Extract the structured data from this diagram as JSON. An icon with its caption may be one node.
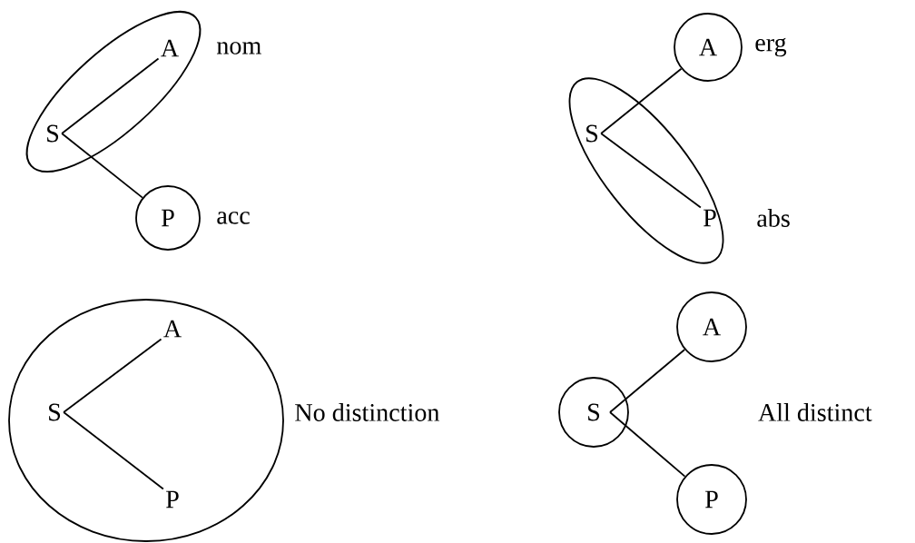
{
  "diagram": {
    "nodes": [
      {
        "text": [],
        "shape": "ellipse",
        "beside": [
          "nom"
        ]
      },
      {
        "text": [
          "A"
        ],
        "in": 0
      },
      {
        "text": [
          "S"
        ],
        "in": 0
      },
      {
        "text": [
          "P"
        ],
        "beside": [
          "acc"
        ]
      },
      {
        "text": [
          "A"
        ],
        "beside": [
          "erg"
        ]
      },
      {
        "text": [],
        "shape": "ellipse",
        "beside": [
          "abs"
        ]
      },
      {
        "text": [
          "S"
        ],
        "in": 5
      },
      {
        "text": [
          "P"
        ],
        "in": 5
      },
      {
        "text": [],
        "shape": "circle",
        "beside": [
          "No distinction"
        ]
      },
      {
        "text": [
          "A"
        ],
        "in": 8
      },
      {
        "text": [
          "S"
        ],
        "in": 8
      },
      {
        "text": [
          "P"
        ],
        "in": 8
      },
      {
        "text": [
          "A"
        ]
      },
      {
        "text": [
          "S"
        ]
      },
      {
        "text": [
          "P"
        ]
      }
    ],
    "edges": [
      {
        "from": 2,
        "to": 1,
        "arrow": "none"
      },
      {
        "from": 2,
        "to": 3,
        "arrow": "none"
      },
      {
        "from": 6,
        "to": 4,
        "arrow": "none"
      },
      {
        "from": 6,
        "to": 7,
        "arrow": "none"
      },
      {
        "from": 10,
        "to": 9,
        "arrow": "none"
      },
      {
        "from": 10,
        "to": 11,
        "arrow": "none"
      },
      {
        "from": 13,
        "to": 12,
        "arrow": "none"
      },
      {
        "from": 13,
        "to": 14,
        "arrow": "none"
      }
    ],
    "labels": [
      "All distinct"
    ]
  }
}
